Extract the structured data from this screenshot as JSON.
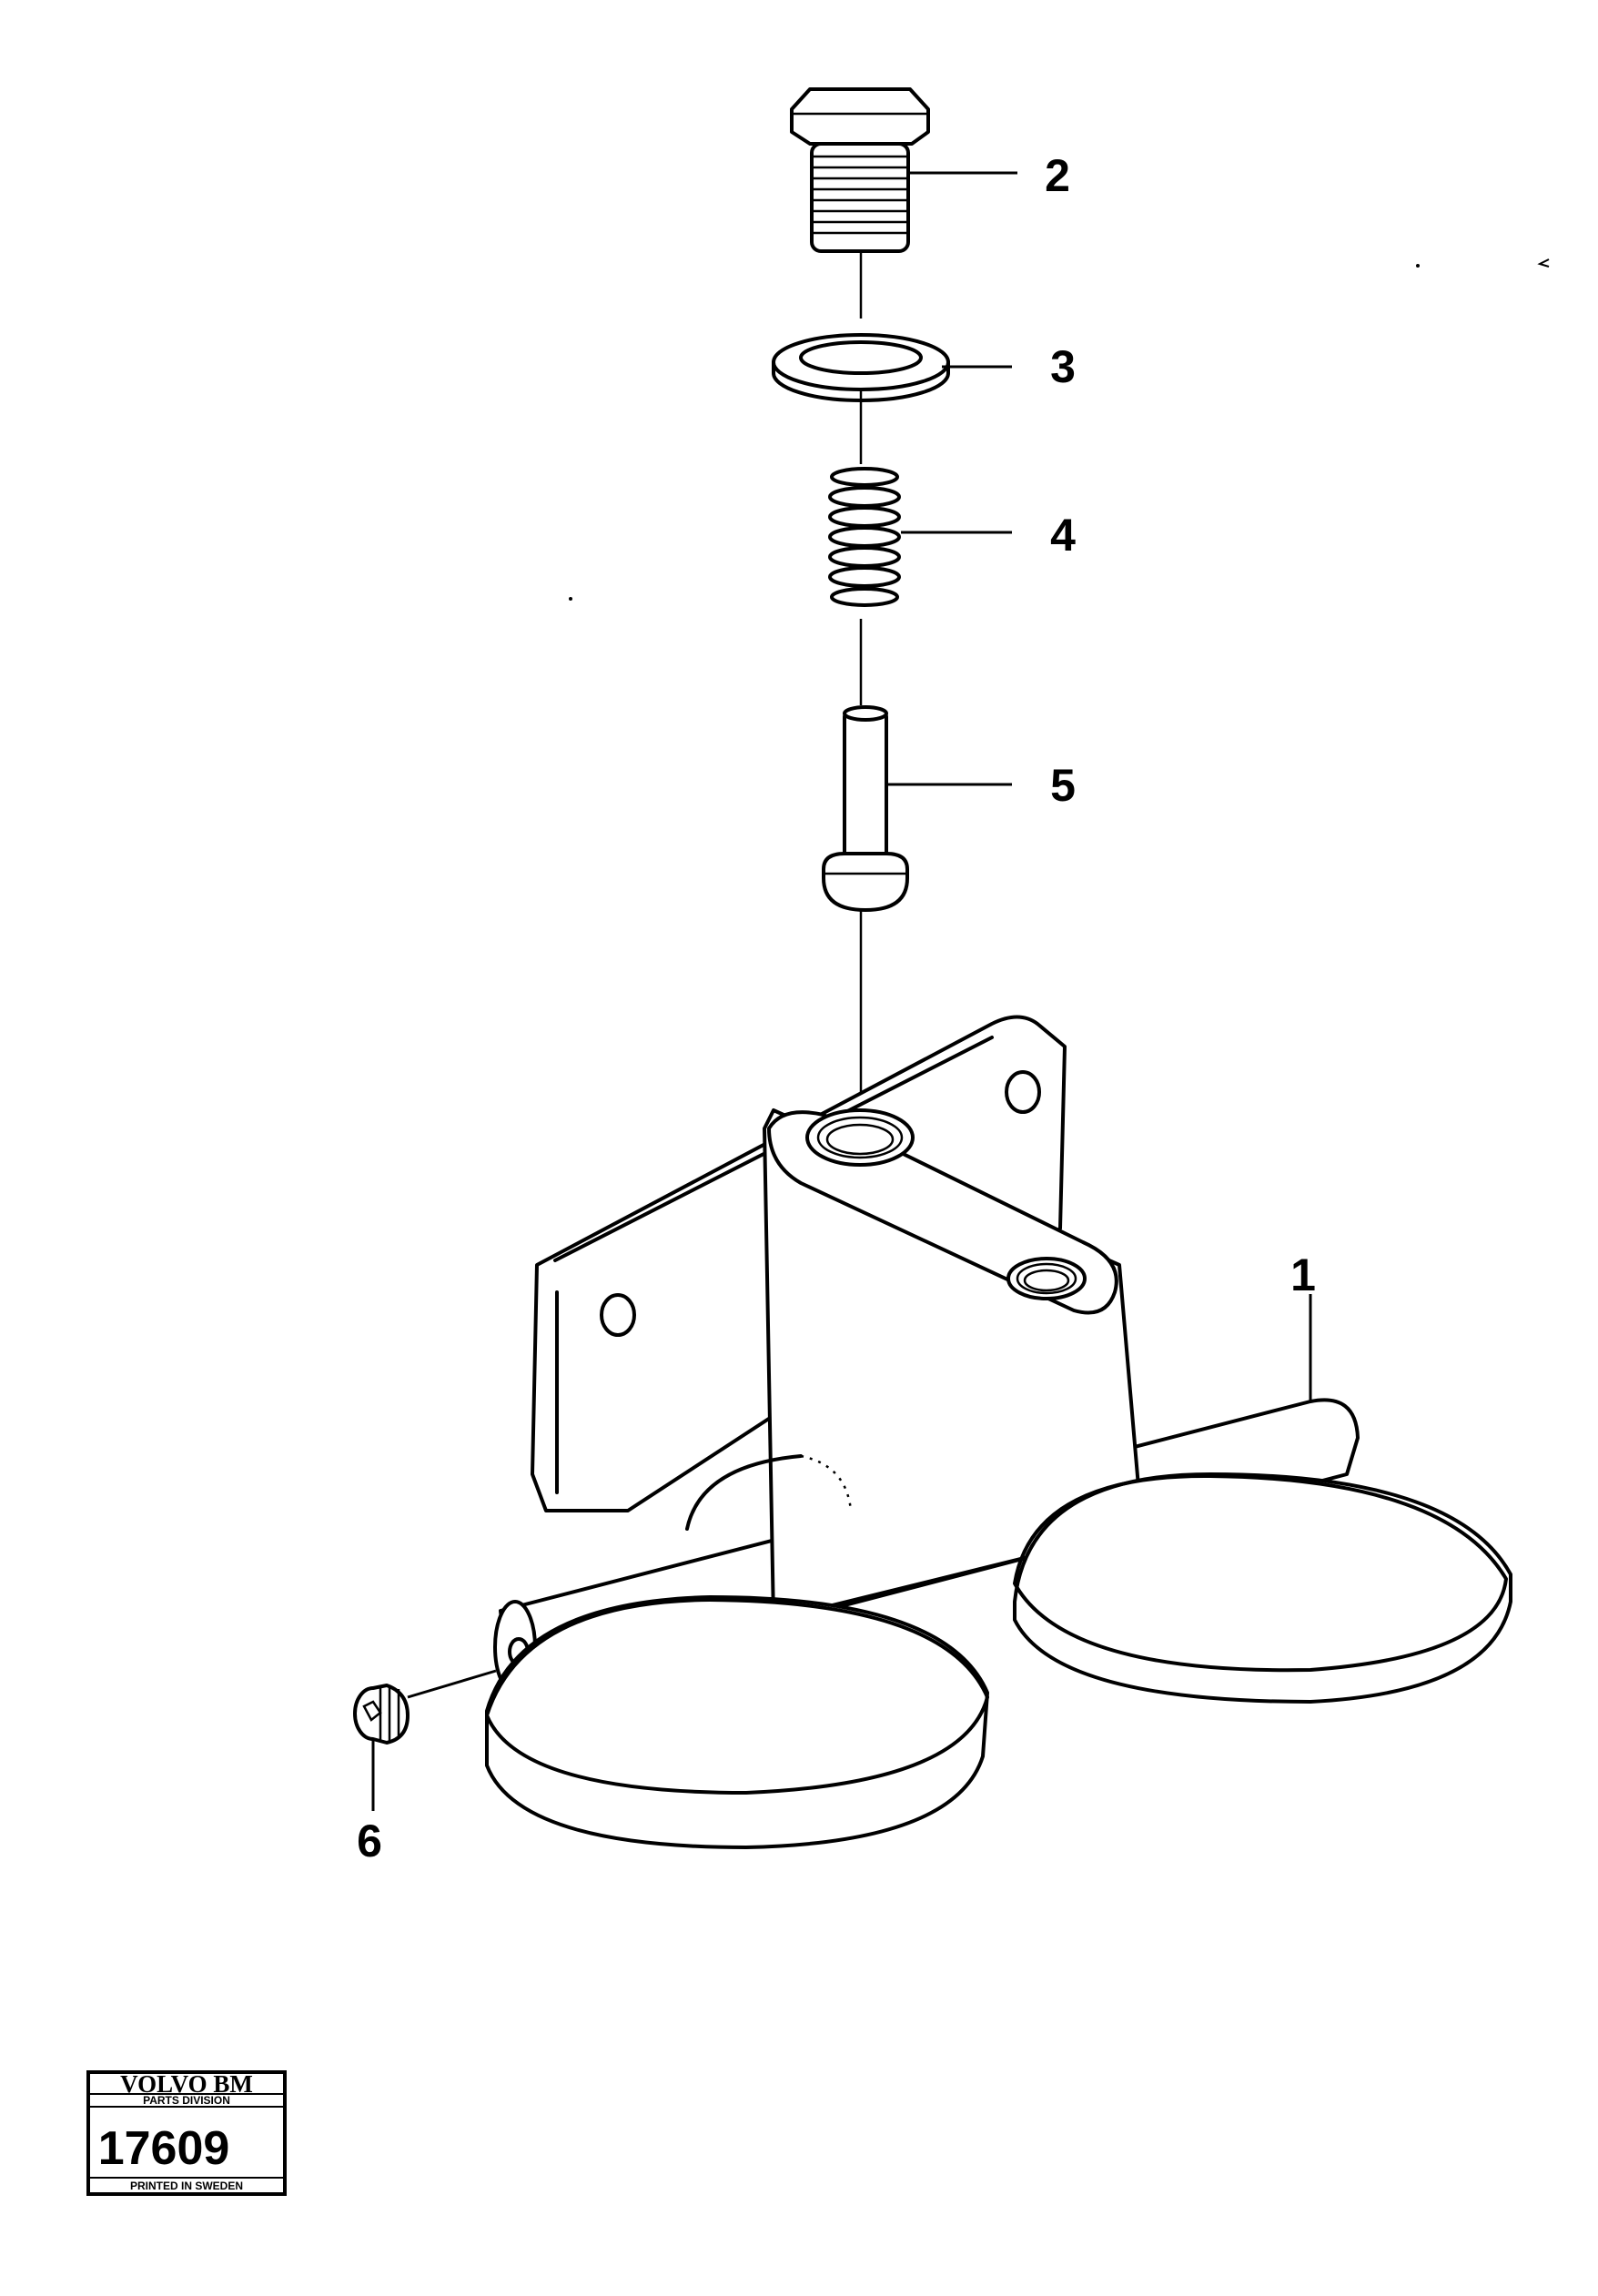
{
  "diagram": {
    "callouts": [
      {
        "id": "1",
        "label": "1"
      },
      {
        "id": "2",
        "label": "2"
      },
      {
        "id": "3",
        "label": "3"
      },
      {
        "id": "4",
        "label": "4"
      },
      {
        "id": "5",
        "label": "5"
      },
      {
        "id": "6",
        "label": "6"
      }
    ]
  },
  "stamp": {
    "brand": "VOLVO BM",
    "division": "PARTS DIVISION",
    "number": "17609",
    "printed": "PRINTED IN SWEDEN"
  }
}
